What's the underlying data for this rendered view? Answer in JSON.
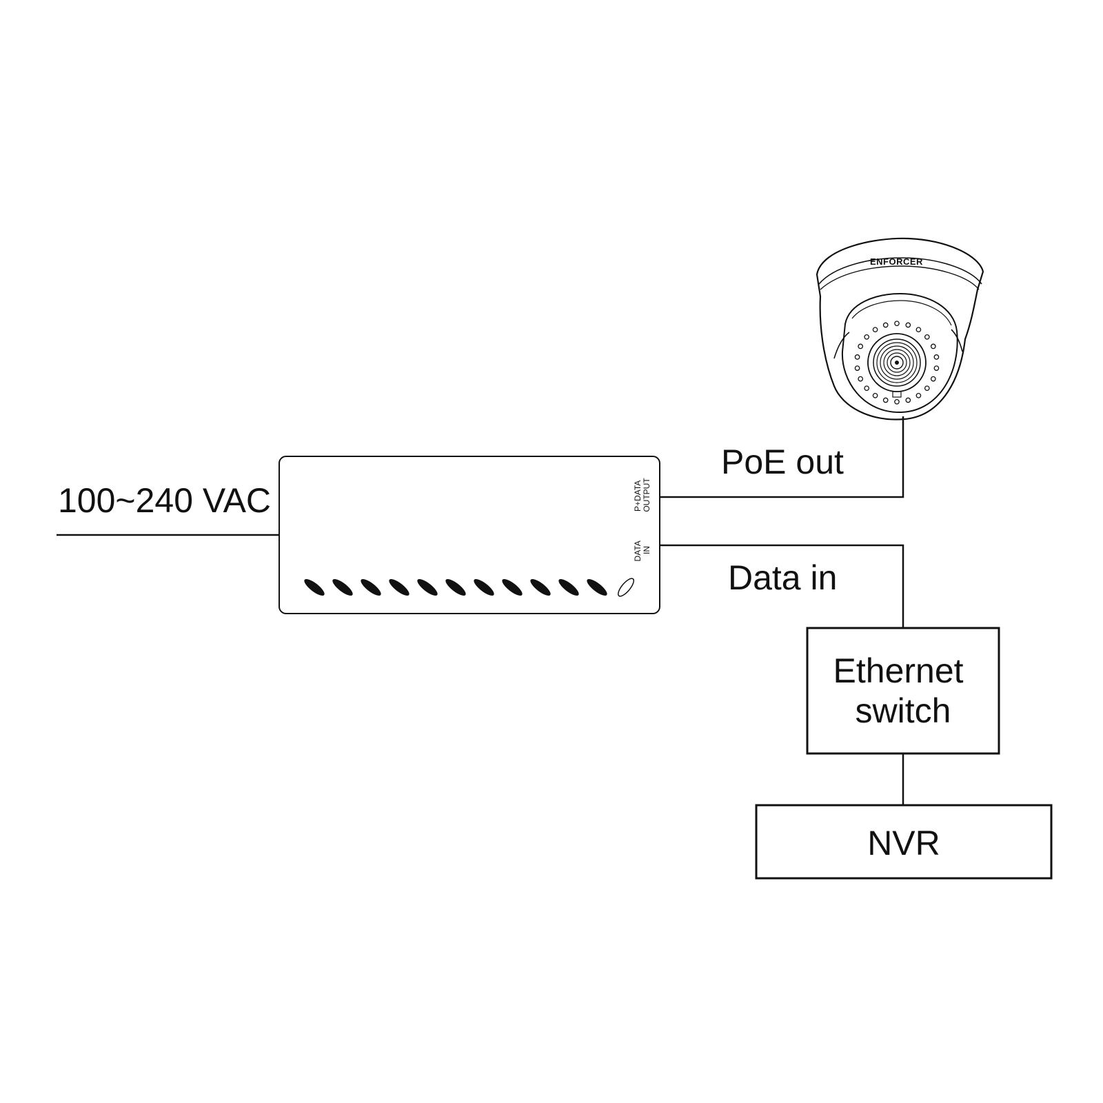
{
  "labels": {
    "power_input": "100~240 VAC",
    "poe_out": "PoE out",
    "data_in": "Data in"
  },
  "injector": {
    "port_output_line1": "P+DATA",
    "port_output_line2": "OUTPUT",
    "port_input_line1": "DATA",
    "port_input_line2": "IN",
    "vent_count": 11
  },
  "camera": {
    "brand": "ENFORCER"
  },
  "boxes": {
    "switch_line1": "Ethernet",
    "switch_line2": "switch",
    "nvr": "NVR"
  },
  "colors": {
    "line": "#111111",
    "background": "#ffffff"
  }
}
